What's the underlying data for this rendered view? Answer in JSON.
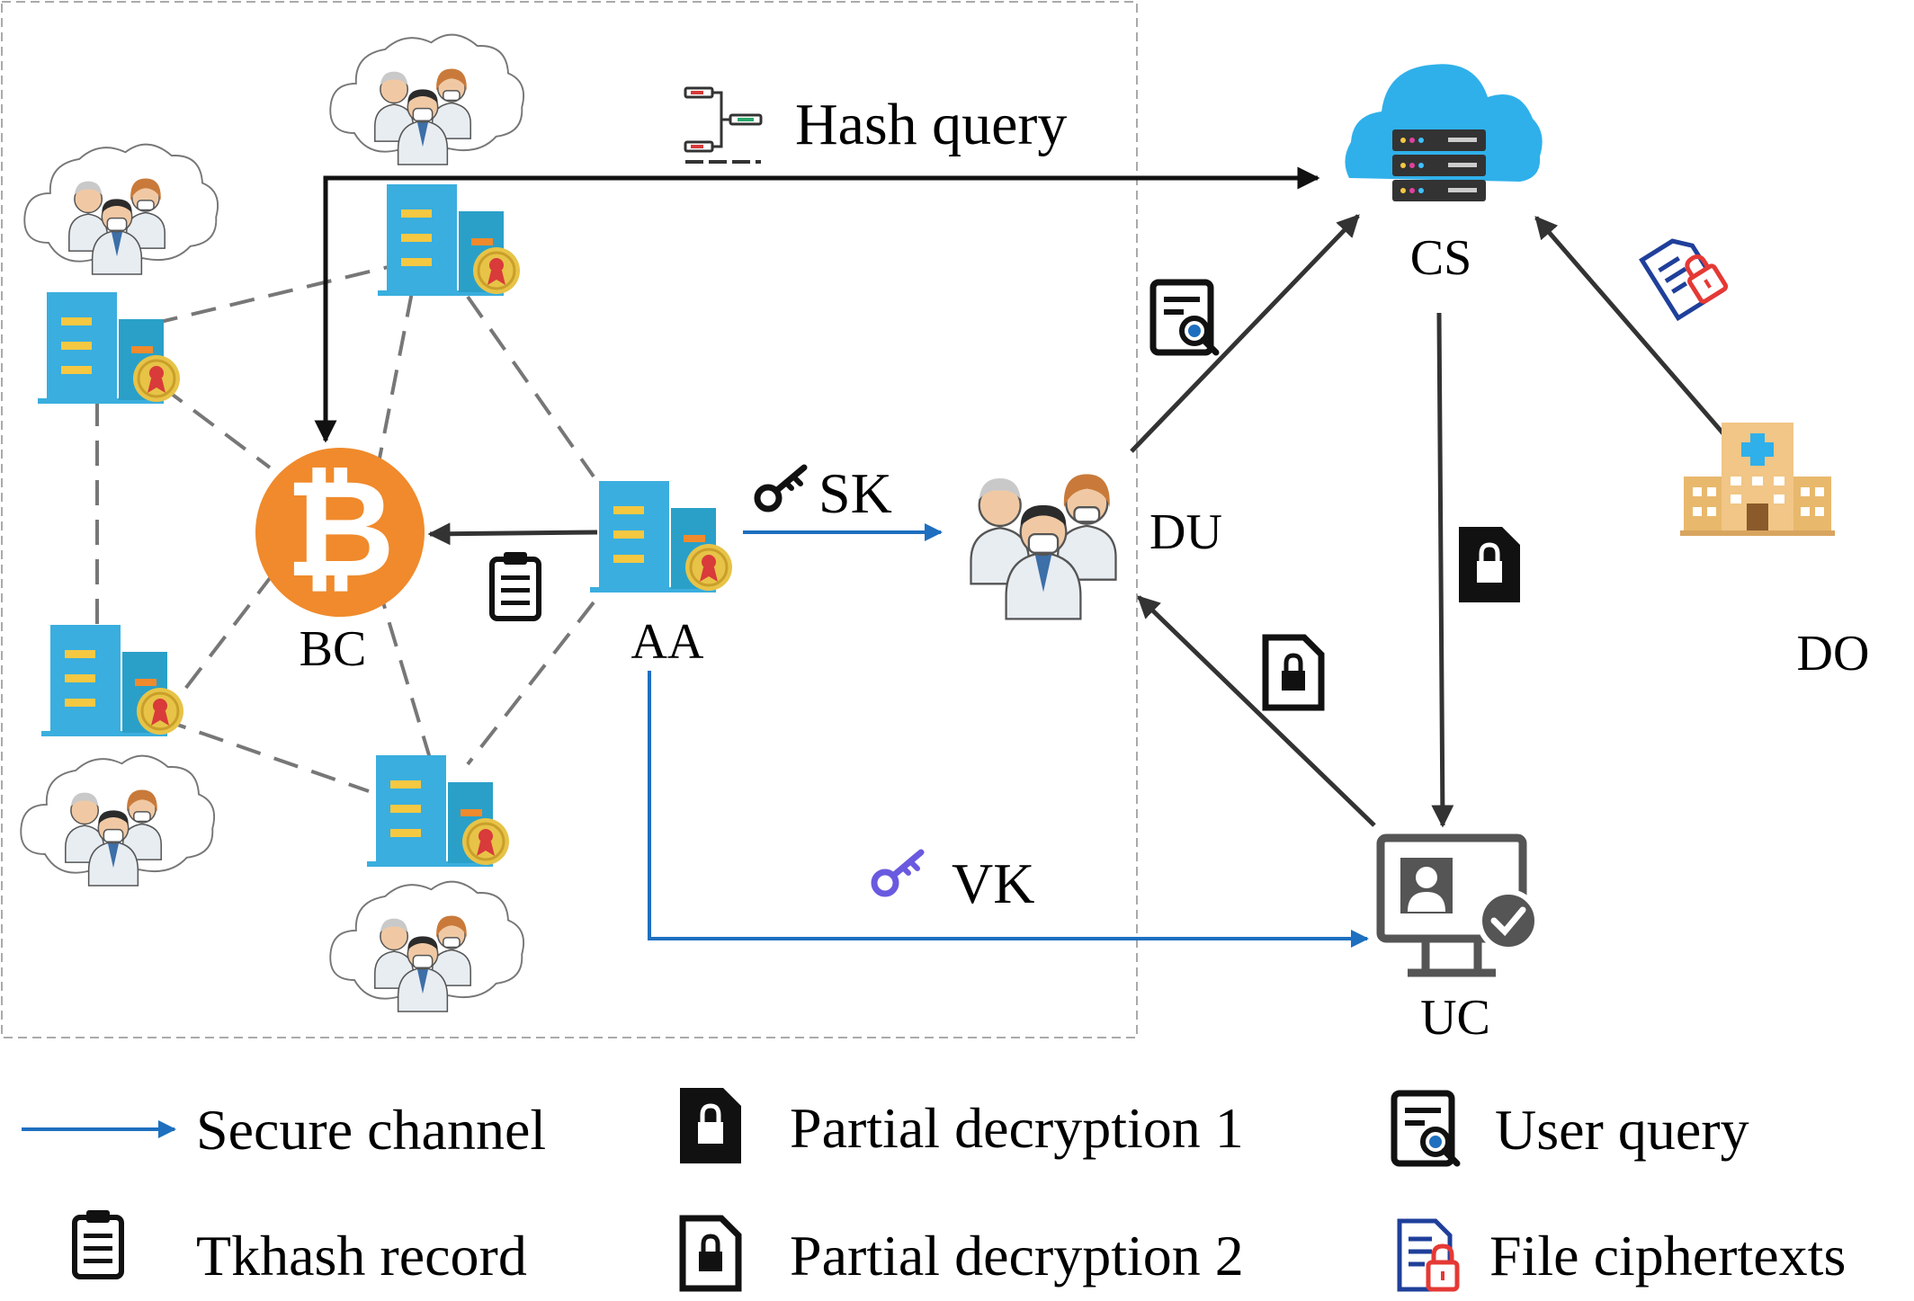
{
  "nodes": {
    "bc": "BC",
    "aa": "AA",
    "cs": "CS",
    "du": "DU",
    "do": "DO",
    "uc": "UC"
  },
  "edges": {
    "hash_query": "Hash query",
    "sk": "SK",
    "vk": "VK"
  },
  "legend": {
    "secure_channel": "Secure channel",
    "tkhash_record": "Tkhash record",
    "partial_decryption_1": "Partial decryption 1",
    "partial_decryption_2": "Partial decryption 2",
    "user_query": "User query",
    "file_ciphertexts": "File ciphertexts"
  },
  "colors": {
    "building": "#3aaede",
    "building_window": "#f5c842",
    "badge": "#e7c347",
    "bitcoin": "#f08a2c",
    "secure_line": "#1e6fbf",
    "dark_arrow": "#333333",
    "cloud": "#2fb0ea",
    "hospital": "#f1c686",
    "monitor": "#555555",
    "vk_key": "#6a5ae0",
    "cipher_blue": "#1f3f9a",
    "cipher_red": "#e53935"
  },
  "icons": [
    "key-icon",
    "document-lock-icon",
    "document-search-icon",
    "clipboard-icon",
    "doctors-icon",
    "building-badge-icon",
    "bitcoin-icon",
    "cloud-server-icon",
    "hospital-icon",
    "monitor-user-icon",
    "hash-tree-icon",
    "file-ciphertext-icon"
  ]
}
